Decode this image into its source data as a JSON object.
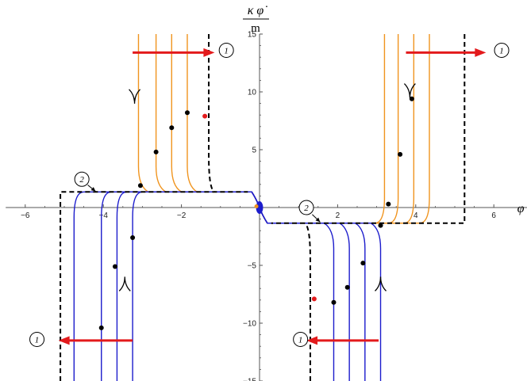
{
  "chart_data": {
    "type": "line",
    "x_label": "φ",
    "y_label_top": "κ φ̇",
    "y_label_bottom": "m",
    "xlim": [
      -6.5,
      7.0
    ],
    "ylim": [
      -15,
      15
    ],
    "x_ticks": [
      -6,
      -4,
      -2,
      2,
      4,
      6
    ],
    "y_ticks": [
      -15,
      -10,
      -5,
      5,
      10,
      15
    ],
    "tick_labels_x": [
      "−6",
      "−4",
      "−2",
      "2",
      "4",
      "6"
    ],
    "tick_labels_y": [
      "−15",
      "−10",
      "−5",
      "5",
      "10",
      "15"
    ],
    "colors": {
      "orange": "#f0941e",
      "blue": "#1c1ccc",
      "black": "#000000",
      "red": "#e31a1c",
      "axis": "#555555"
    },
    "plateau_upper_y": 1.35,
    "plateau_lower_y": -1.35,
    "series": [
      {
        "color": "orange",
        "style": "solid",
        "curves": [
          {
            "x_vertical": -3.1,
            "x_tail": -1.6
          },
          {
            "x_vertical": -2.65,
            "x_tail": -1.6
          },
          {
            "x_vertical": -2.25,
            "x_tail": -1.6
          },
          {
            "x_vertical": -1.85,
            "x_tail": -1.6
          },
          {
            "x_vertical": 3.2,
            "x_tail": 1.6
          },
          {
            "x_vertical": 3.55,
            "x_tail": 1.6
          },
          {
            "x_vertical": 3.95,
            "x_tail": 1.6
          },
          {
            "x_vertical": 4.35,
            "x_tail": 1.6
          }
        ]
      },
      {
        "color": "blue",
        "style": "solid",
        "curves": [
          {
            "x_vertical": -4.75,
            "x_tail": -1.6
          },
          {
            "x_vertical": -4.05,
            "x_tail": -1.6
          },
          {
            "x_vertical": -3.65,
            "x_tail": -1.6
          },
          {
            "x_vertical": -3.25,
            "x_tail": -1.6
          },
          {
            "x_vertical": 1.9,
            "x_tail": 1.6
          },
          {
            "x_vertical": 2.3,
            "x_tail": 1.6
          },
          {
            "x_vertical": 2.7,
            "x_tail": 1.6
          },
          {
            "x_vertical": 3.1,
            "x_tail": 1.6
          }
        ]
      },
      {
        "color": "black",
        "style": "dashed",
        "curves": [
          {
            "x_vertical": -5.1,
            "x_tail": -1.6
          },
          {
            "x_vertical": 5.25,
            "x_tail": 1.6
          },
          {
            "x_vertical": -1.3,
            "x_tail": -1.6
          },
          {
            "x_vertical": 1.3,
            "x_tail": 1.6
          }
        ]
      }
    ],
    "points_black": [
      [
        -3.05,
        1.9
      ],
      [
        -2.65,
        4.8
      ],
      [
        -2.25,
        6.9
      ],
      [
        -1.85,
        8.2
      ],
      [
        3.3,
        0.3
      ],
      [
        3.6,
        4.6
      ],
      [
        3.9,
        9.4
      ],
      [
        3.1,
        -1.55
      ],
      [
        -4.05,
        -10.4
      ],
      [
        -3.7,
        -5.1
      ],
      [
        -3.25,
        -2.6
      ],
      [
        1.9,
        -8.2
      ],
      [
        2.25,
        -6.9
      ],
      [
        2.65,
        -4.8
      ]
    ],
    "points_red": [
      [
        -1.4,
        7.9
      ],
      [
        1.4,
        -7.9
      ]
    ],
    "arrows_red": [
      {
        "from": [
          -3.25,
          13.4
        ],
        "to": [
          -1.15,
          13.4
        ]
      },
      {
        "from": [
          3.75,
          13.4
        ],
        "to": [
          5.8,
          13.4
        ]
      },
      {
        "from": [
          -3.25,
          -11.5
        ],
        "to": [
          -5.15,
          -11.5
        ]
      },
      {
        "from": [
          3.05,
          -11.5
        ],
        "to": [
          1.2,
          -11.5
        ]
      }
    ],
    "chevrons": [
      {
        "x": -3.2,
        "y": 9.6,
        "dir": "up"
      },
      {
        "x": 3.85,
        "y": 10.1,
        "dir": "up"
      },
      {
        "x": -3.45,
        "y": -6.6,
        "dir": "down"
      },
      {
        "x": 3.1,
        "y": -6.6,
        "dir": "down"
      }
    ],
    "callouts": [
      {
        "label": "1",
        "x": -0.85,
        "y": 13.6
      },
      {
        "label": "1",
        "x": 6.2,
        "y": 13.6
      },
      {
        "label": "1",
        "x": -5.7,
        "y": -11.4
      },
      {
        "label": "1",
        "x": 1.05,
        "y": -11.4
      },
      {
        "label": "2",
        "x": -4.55,
        "y": 2.45
      },
      {
        "label": "2",
        "x": 1.2,
        "y": 0.0
      }
    ],
    "pointer_arrows": [
      {
        "from": [
          -4.4,
          1.95
        ],
        "to": [
          -4.2,
          1.4
        ]
      },
      {
        "from": [
          1.35,
          -0.6
        ],
        "to": [
          1.55,
          -1.25
        ]
      }
    ]
  }
}
